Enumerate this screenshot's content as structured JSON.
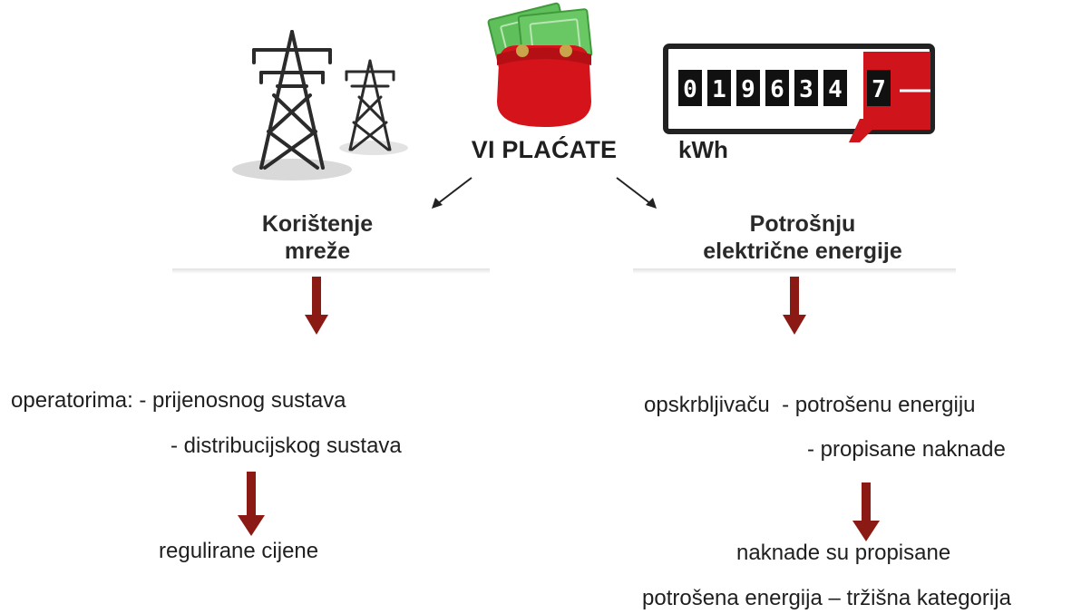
{
  "top": {
    "pay_label": "VI PLAĆATE",
    "meter_digits": [
      "0",
      "1",
      "9",
      "6",
      "3",
      "4",
      "7"
    ],
    "meter_unit": "kWh"
  },
  "left": {
    "heading_line1": "Korištenje",
    "heading_line2": "mreže",
    "line1": "operatorima: - prijenosnog sustava",
    "line2": "- distribucijskog sustava",
    "result": "regulirane cijene"
  },
  "right": {
    "heading_line1": "Potrošnju",
    "heading_line2": "električne energije",
    "line1": "opskrbljivaču  - potrošenu energiju",
    "line2": "- propisane naknade",
    "result_line1": "naknade su propisane",
    "result_line2": "potrošena energija – tržišna kategorija"
  },
  "colors": {
    "arrow": "#8b1a14",
    "wallet": "#d4131a",
    "money": "#5fbf5a",
    "meter_red": "#d0141b",
    "tower": "#2b2b2b"
  }
}
